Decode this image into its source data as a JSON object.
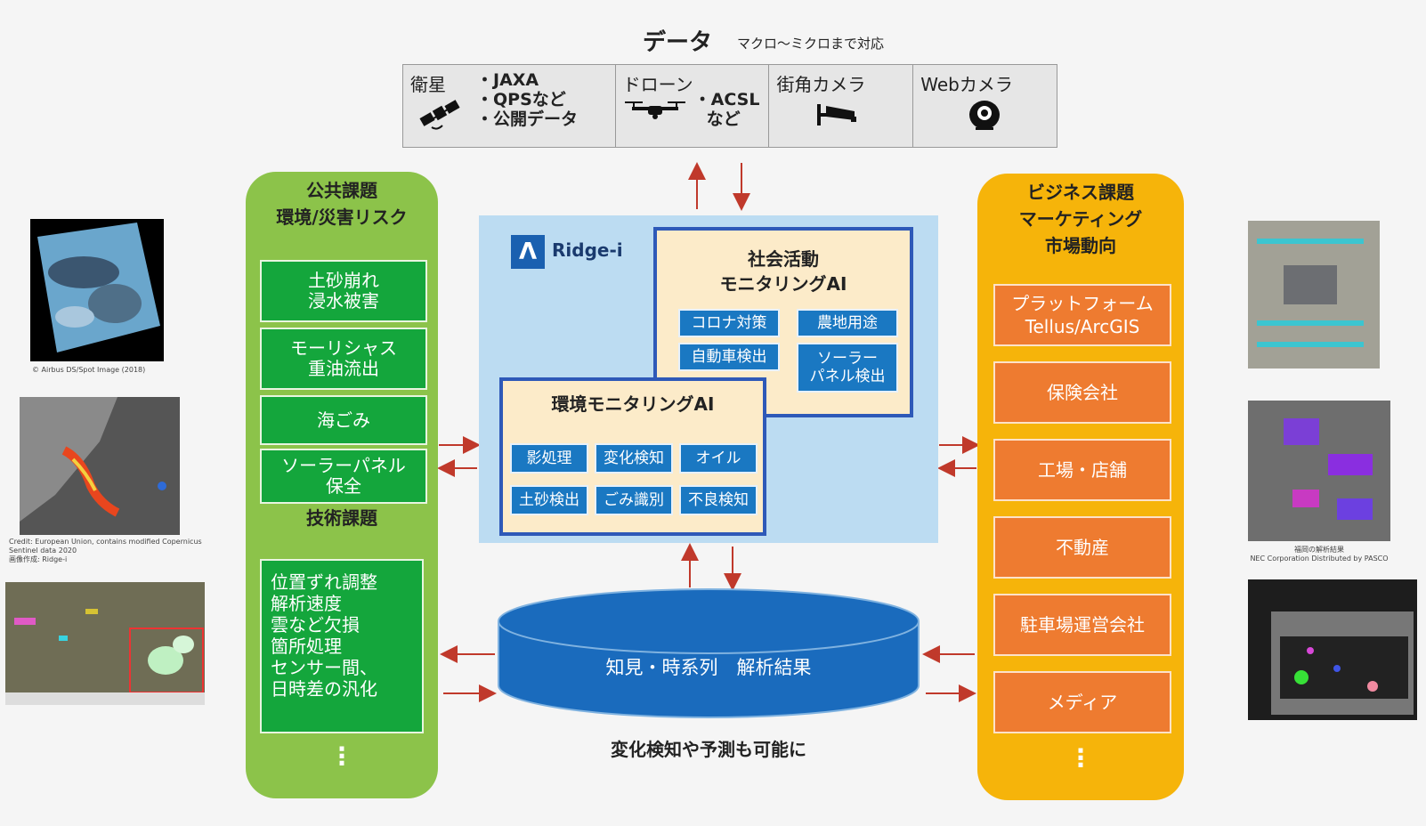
{
  "data_section": {
    "title": "データ",
    "subtitle": "マクロ～ミクロまで対応",
    "cells": [
      {
        "title": "衛星",
        "items": [
          "・JAXA",
          "・QPSなど",
          "・公開データ"
        ],
        "icon": "satellite-icon"
      },
      {
        "title": "ドローン",
        "items": [
          "・ACSL",
          "など"
        ],
        "icon": "drone-icon"
      },
      {
        "title": "街角カメラ",
        "items": [],
        "icon": "security-camera-icon"
      },
      {
        "title": "Webカメラ",
        "items": [],
        "icon": "webcam-icon"
      }
    ]
  },
  "left_column": {
    "header": [
      "公共課題",
      "環境/災害リスク"
    ],
    "issues": [
      [
        "土砂崩れ",
        "浸水被害"
      ],
      [
        "モーリシャス",
        "重油流出"
      ],
      [
        "海ごみ"
      ],
      [
        "ソーラーパネル",
        "保全"
      ]
    ],
    "tech_header": "技術課題",
    "tech_items": [
      "位置ずれ調整",
      "解析速度",
      "雲など欠損",
      "箇所処理",
      "センサー間、",
      "日時差の汎化"
    ],
    "more": "⋮"
  },
  "right_column": {
    "header": [
      "ビジネス課題",
      "マーケティング",
      "市場動向"
    ],
    "items": [
      [
        "プラットフォーム",
        "Tellus/ArcGIS"
      ],
      [
        "保険会社"
      ],
      [
        "工場・店舗"
      ],
      [
        "不動産"
      ],
      [
        "駐車場運営会社"
      ],
      [
        "メディア"
      ]
    ],
    "more": "⋮"
  },
  "center": {
    "logo_text": "Ridge-i",
    "social_ai": {
      "title": [
        "社会活動",
        "モニタリングAI"
      ],
      "chips": [
        [
          "コロナ対策"
        ],
        [
          "農地用途"
        ],
        [
          "自動車検出"
        ],
        [
          "ソーラー",
          "パネル検出"
        ]
      ]
    },
    "env_ai": {
      "title": "環境モニタリングAI",
      "chips": [
        "影処理",
        "変化検知",
        "オイル",
        "土砂検出",
        "ごみ識別",
        "不良検知"
      ]
    },
    "database_label": "知見・時系列　解析結果",
    "bottom_label": "変化検知や予測も可能に"
  },
  "captions": {
    "left_1": "© Airbus DS/Spot Image (2018)",
    "left_2": [
      "Credit: European Union, contains modified Copernicus",
      "Sentinel data 2020",
      "画像作成: Ridge-i"
    ],
    "right_2": [
      "福岡の解析結果",
      "NEC Corporation Distributed by PASCO"
    ]
  },
  "colors": {
    "green": "#8cc34a",
    "green_box": "#14a63c",
    "orange": "#f6b40a",
    "orange_box": "#ee7b30",
    "blue_chip": "#1a78c2",
    "arrow": "#c0392b",
    "cylinder": "#1a6bbd"
  }
}
